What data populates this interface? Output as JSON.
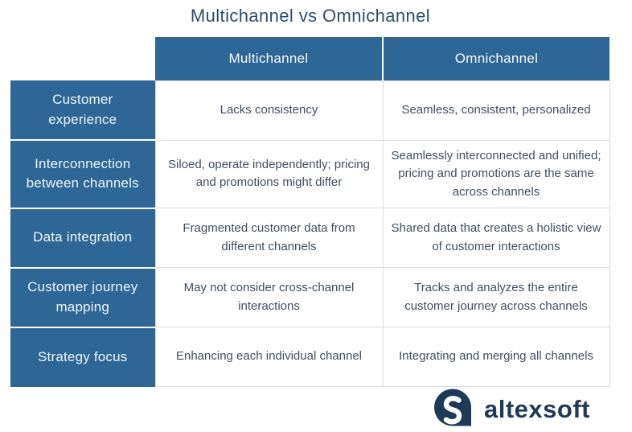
{
  "title": "Multichannel vs Omnichannel",
  "table": {
    "columns": [
      "Multichannel",
      "Omnichannel"
    ],
    "rows": [
      {
        "label": "Customer experience",
        "multichannel": "Lacks consistency",
        "omnichannel": "Seamless, consistent, personalized"
      },
      {
        "label": "Interconnection between channels",
        "multichannel": "Siloed, operate independently; pricing and promotions might differ",
        "omnichannel": "Seamlessly interconnected and unified; pricing and promotions are the same across channels"
      },
      {
        "label": "Data integration",
        "multichannel": "Fragmented customer data from different channels",
        "omnichannel": "Shared data that creates a holistic view of customer interactions"
      },
      {
        "label": "Customer journey mapping",
        "multichannel": "May not consider cross-channel interactions",
        "omnichannel": "Tracks and analyzes the entire customer journey across channels"
      },
      {
        "label": "Strategy focus",
        "multichannel": "Enhancing each individual channel",
        "omnichannel": "Integrating and merging all channels"
      }
    ]
  },
  "logo": {
    "text": "altexsoft",
    "icon": "altexsoft-bubble-icon"
  },
  "colors": {
    "accent_blue": "#2e6795",
    "title_text": "#2e4d6d",
    "body_text": "#3f4f61",
    "logo_navy": "#1f3a58",
    "cell_border": "#dddddd"
  }
}
